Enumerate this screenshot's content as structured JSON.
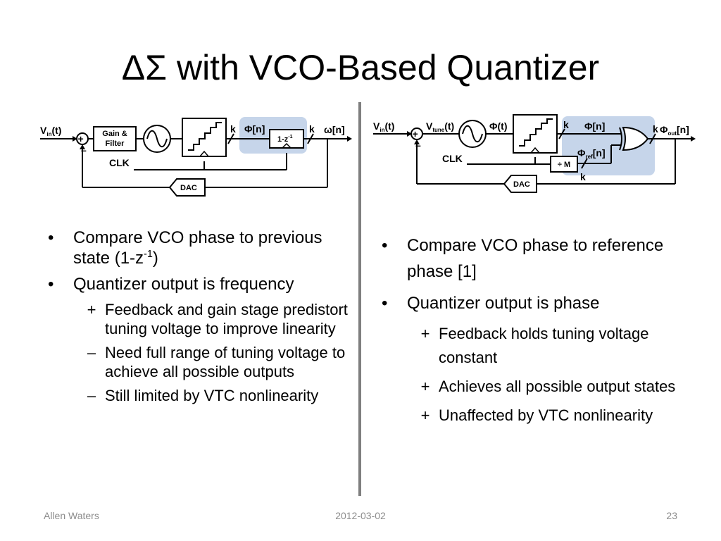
{
  "slide": {
    "title": "ΔΣ with VCO-Based Quantizer",
    "footer": {
      "author": "Allen Waters",
      "date": "2012-03-02",
      "page": "23"
    }
  },
  "left_diagram": {
    "highlight_color": "#c6d5ea",
    "input_main": "V",
    "input_sub": "in",
    "input_arg": "(t)",
    "plus": "+",
    "minus": "–",
    "gain_line1": "Gain &",
    "gain_line2": "Filter",
    "k1": "k",
    "k2": "k",
    "phi_label": "Φ[n]",
    "delay_base": "1-z",
    "delay_exp": "-1",
    "output": "ω[n]",
    "clk": "CLK",
    "dac": "DAC",
    "icons": [
      "vco-sine-icon",
      "quantizer-staircase-icon"
    ]
  },
  "right_diagram": {
    "highlight_color": "#c6d5ea",
    "input_main": "V",
    "input_sub": "in",
    "input_arg": "(t)",
    "tune_main": "V",
    "tune_sub": "tune",
    "tune_arg": "(t)",
    "plus": "+",
    "minus": "–",
    "phi_t": "Φ(t)",
    "k1": "k",
    "k2": "k",
    "k3": "k",
    "phi_n": "Φ[n]",
    "phi_ref_main": "Φ",
    "phi_ref_sub": "ref",
    "phi_ref_arg": "[n]",
    "phi_out_main": "Φ",
    "phi_out_sub": "out",
    "phi_out_arg": "[n]",
    "divider": "÷ M",
    "clk": "CLK",
    "dac": "DAC",
    "icons": [
      "vco-sine-icon",
      "quantizer-staircase-icon",
      "xor-gate-icon"
    ]
  },
  "left_bullets": {
    "b1_text": "Compare VCO phase to previous state (1-z",
    "b1_sup": "-1",
    "b1_end": ")",
    "b2": "Quantizer output is frequency",
    "s1_marker": "+",
    "s1": "Feedback and gain stage predistort tuning voltage to improve linearity",
    "s2_marker": "–",
    "s2": "Need full range of tuning voltage to achieve all possible outputs",
    "s3_marker": "–",
    "s3": "Still limited by VTC nonlinearity"
  },
  "right_bullets": {
    "b1": "Compare VCO phase to reference phase [1]",
    "b2": "Quantizer output is phase",
    "s1_marker": "+",
    "s1": "Feedback holds tuning voltage constant",
    "s2_marker": "+",
    "s2": "Achieves all possible output states",
    "s3_marker": "+",
    "s3": "Unaffected by VTC nonlinearity"
  }
}
